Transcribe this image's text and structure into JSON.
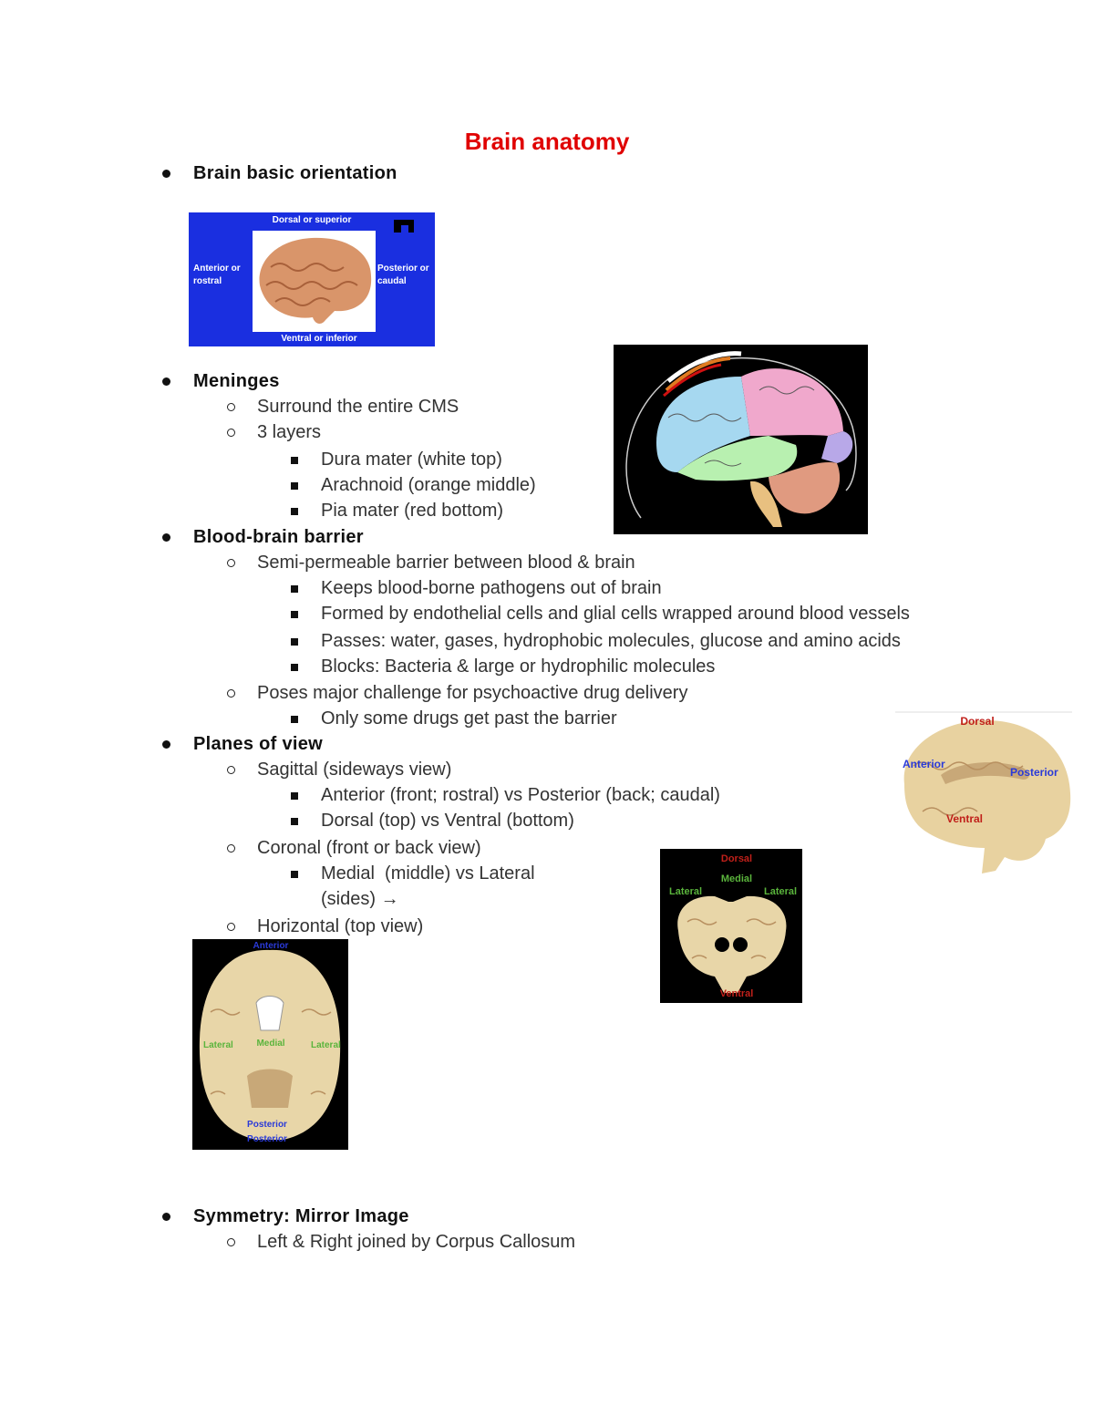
{
  "title": "Brain anatomy",
  "sections": {
    "orientation": {
      "heading": "Brain basic orientation"
    },
    "meninges": {
      "heading": "Meninges",
      "items": [
        "Surround the entire CMS",
        "3 layers"
      ],
      "layers": [
        "Dura mater (white top)",
        "Arachnoid (orange middle)",
        "Pia mater (red bottom)"
      ]
    },
    "bbb": {
      "heading": "Blood-brain barrier",
      "item1": "Semi-permeable barrier between blood & brain",
      "sub1": [
        "Keeps blood-borne pathogens out of brain",
        "Formed by endothelial cells and glial cells wrapped around blood vessels",
        "Passes: water, gases, hydrophobic molecules, glucose and amino acids",
        "Blocks: Bacteria & large or hydrophilic molecules"
      ],
      "item2": "Poses major challenge for psychoactive drug delivery",
      "sub2": [
        "Only some drugs get past the barrier"
      ]
    },
    "planes": {
      "heading": "Planes of view",
      "sagittal": "Sagittal (sideways view)",
      "sagittal_sub": [
        "Anterior (front; rostral) vs Posterior (back; caudal)",
        "Dorsal (top) vs Ventral (bottom)"
      ],
      "coronal": "Coronal (front or back view)",
      "coronal_sub_line1": "Medial  (middle) vs Lateral",
      "coronal_sub_line2": "(sides) →",
      "horizontal": "Horizontal (top view)"
    },
    "symmetry": {
      "heading": "Symmetry: Mirror Image",
      "item": "Left & Right joined by Corpus Callosum"
    }
  },
  "figures": {
    "orientation": {
      "top": "Dorsal or superior",
      "left_line1": "Anterior or",
      "left_line2": "rostral",
      "right_line1": "Posterior or",
      "right_line2": "caudal",
      "bottom": "Ventral or inferior"
    },
    "sagittal": {
      "dorsal": "Dorsal",
      "anterior": "Anterior",
      "posterior": "Posterior",
      "ventral": "Ventral"
    },
    "coronal": {
      "dorsal": "Dorsal",
      "medial": "Medial",
      "lateral_left": "Lateral",
      "lateral_right": "Lateral",
      "ventral": "Ventral"
    },
    "horizontal": {
      "anterior": "Anterior",
      "lateral_left": "Lateral",
      "medial": "Medial",
      "lateral_right": "Lateral",
      "posterior": "Posterior",
      "posterior2": "Posterior"
    }
  },
  "colors": {
    "title": "#e00000",
    "orientation_bg": "#1a2fe0",
    "label_blue": "#2a3ad8",
    "label_red": "#c0201a",
    "label_green": "#5ab43c"
  }
}
